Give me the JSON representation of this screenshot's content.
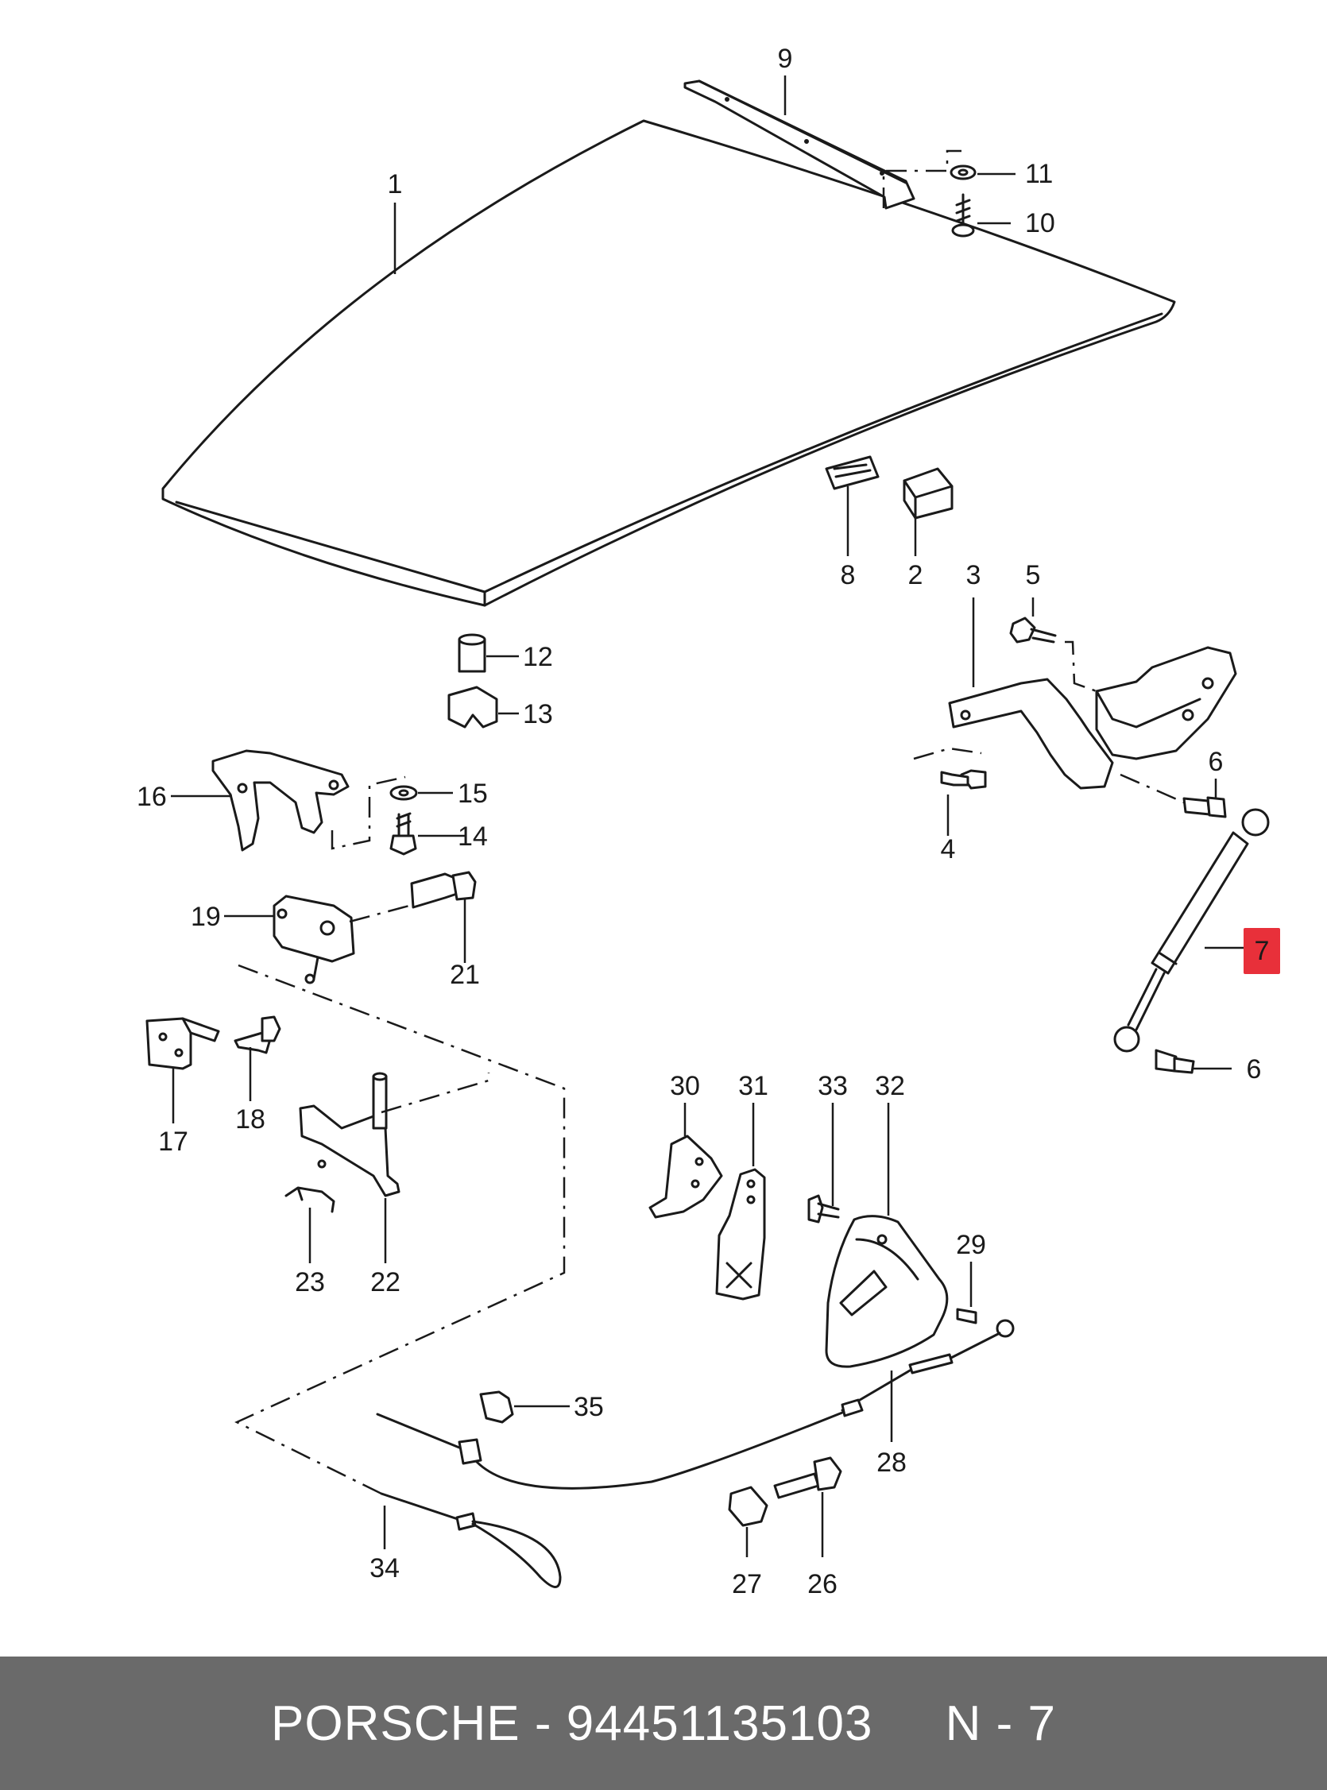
{
  "callouts": [
    {
      "id": "1",
      "label": "1"
    },
    {
      "id": "2",
      "label": "2"
    },
    {
      "id": "3",
      "label": "3"
    },
    {
      "id": "4",
      "label": "4"
    },
    {
      "id": "5",
      "label": "5"
    },
    {
      "id": "6a",
      "label": "6"
    },
    {
      "id": "6b",
      "label": "6"
    },
    {
      "id": "7",
      "label": "7",
      "highlighted": true
    },
    {
      "id": "8",
      "label": "8"
    },
    {
      "id": "9",
      "label": "9"
    },
    {
      "id": "10",
      "label": "10"
    },
    {
      "id": "11",
      "label": "11"
    },
    {
      "id": "12",
      "label": "12"
    },
    {
      "id": "13",
      "label": "13"
    },
    {
      "id": "14",
      "label": "14"
    },
    {
      "id": "15",
      "label": "15"
    },
    {
      "id": "16",
      "label": "16"
    },
    {
      "id": "17",
      "label": "17"
    },
    {
      "id": "18",
      "label": "18"
    },
    {
      "id": "19",
      "label": "19"
    },
    {
      "id": "21",
      "label": "21"
    },
    {
      "id": "22",
      "label": "22"
    },
    {
      "id": "23",
      "label": "23"
    },
    {
      "id": "26",
      "label": "26"
    },
    {
      "id": "27",
      "label": "27"
    },
    {
      "id": "28",
      "label": "28"
    },
    {
      "id": "29",
      "label": "29"
    },
    {
      "id": "30",
      "label": "30"
    },
    {
      "id": "31",
      "label": "31"
    },
    {
      "id": "32",
      "label": "32"
    },
    {
      "id": "33",
      "label": "33"
    },
    {
      "id": "34",
      "label": "34"
    },
    {
      "id": "35",
      "label": "35"
    }
  ],
  "footer": {
    "text": "PORSCHE - 94451135103     N - 7"
  },
  "colors": {
    "highlight": "#e8303a",
    "footer_background": "#6a6a6a",
    "footer_text": "#ffffff",
    "line": "#1a1a1a"
  }
}
